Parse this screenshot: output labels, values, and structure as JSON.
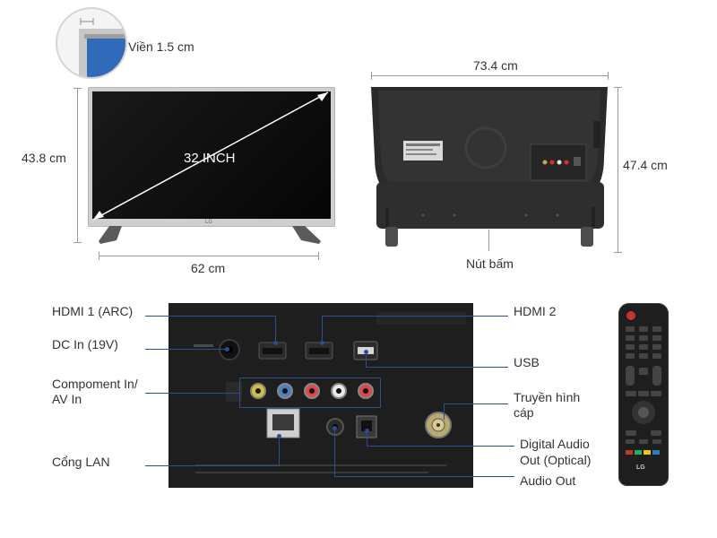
{
  "front": {
    "bezel_label": "Viền 1.5 cm",
    "diagonal_label": "32 INCH",
    "height_label": "43.8 cm",
    "width_label": "62 cm",
    "brand": "LG"
  },
  "back": {
    "width_label": "73.4 cm",
    "height_label": "47.4 cm",
    "button_label": "Nút bấm"
  },
  "ports": {
    "hdmi1": "HDMI 1 (ARC)",
    "dc_in": "DC In (19V)",
    "component_line1": "Compoment In/",
    "component_line2": "AV In",
    "lan": "Cổng LAN",
    "hdmi2": "HDMI 2",
    "usb": "USB",
    "antenna_line1": "Truyền hình",
    "antenna_line2": "cáp",
    "optical_line1": "Digital Audio",
    "optical_line2": "Out (Optical)",
    "audio_out": "Audio Out"
  },
  "remote": {
    "brand": "LG"
  },
  "colors": {
    "callout": "#2b4e8c",
    "dimension": "#9a9a9a",
    "tv_frame": "#c9c9c9",
    "screen": "#111111",
    "panel": "#1c1c1c"
  }
}
